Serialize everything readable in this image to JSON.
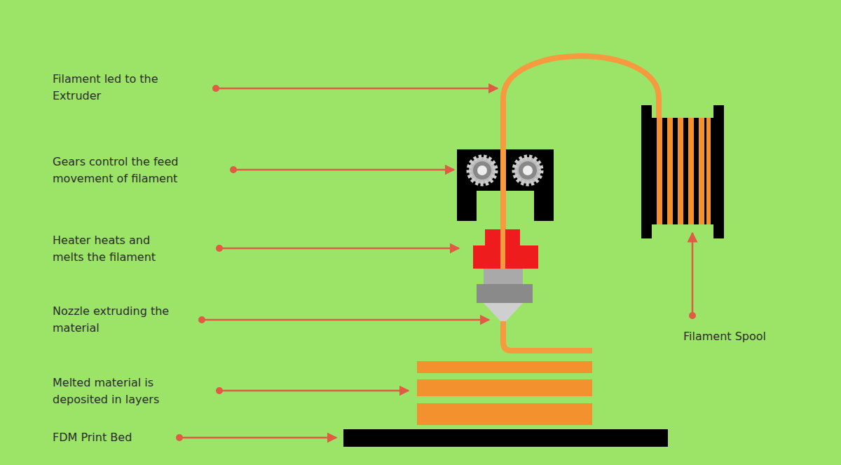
{
  "diagram": {
    "labels": [
      "Filament led to the Extruder",
      "Gears control the feed movement of filament",
      "Heater heats and melts the filament",
      "Nozzle extruding the material",
      "Melted material is deposited in layers",
      "FDM Print Bed",
      "Filament Spool"
    ]
  }
}
